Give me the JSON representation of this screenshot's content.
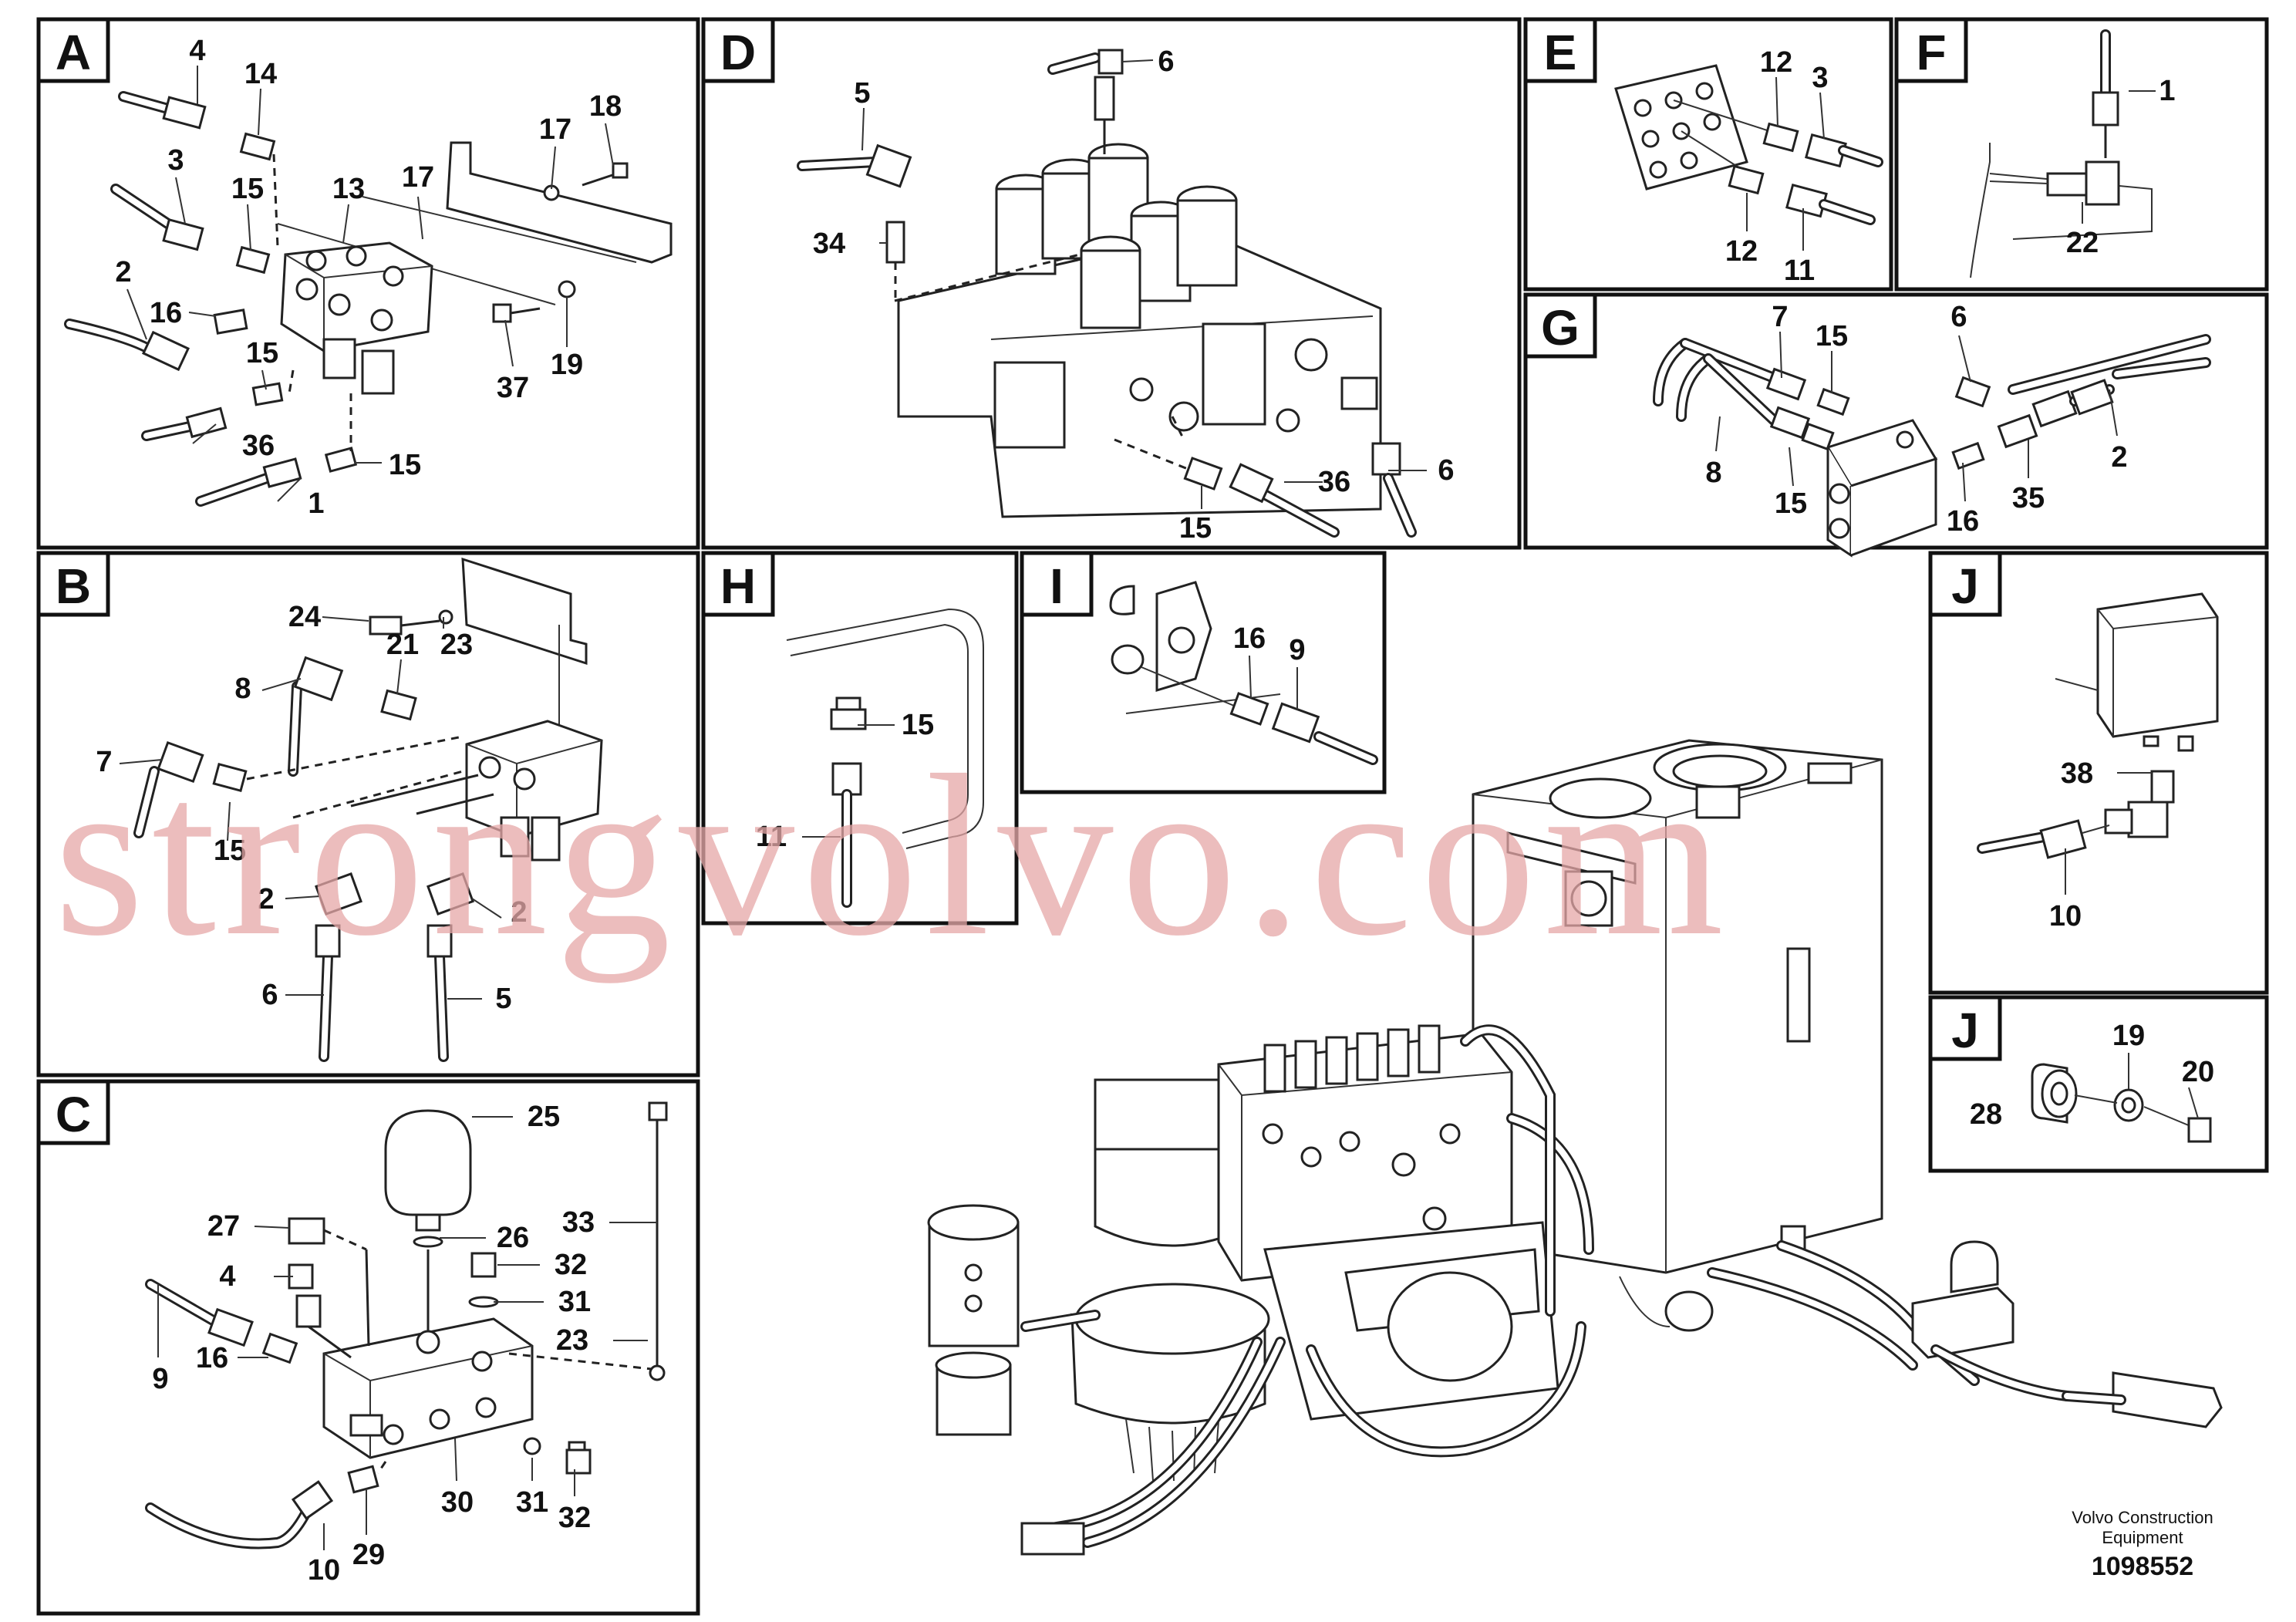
{
  "panels": [
    {
      "letter": "A",
      "labels": [
        "4",
        "14",
        "3",
        "15",
        "13",
        "17",
        "17",
        "18",
        "2",
        "16",
        "15",
        "36",
        "15",
        "1",
        "37",
        "19"
      ]
    },
    {
      "letter": "B",
      "labels": [
        "24",
        "23",
        "21",
        "8",
        "7",
        "15",
        "2",
        "2",
        "6",
        "5"
      ]
    },
    {
      "letter": "C",
      "labels": [
        "25",
        "27",
        "26",
        "33",
        "32",
        "4",
        "31",
        "9",
        "16",
        "23",
        "30",
        "31",
        "32",
        "10",
        "29"
      ]
    },
    {
      "letter": "D",
      "labels": [
        "6",
        "5",
        "34",
        "36",
        "6",
        "15"
      ]
    },
    {
      "letter": "E",
      "labels": [
        "12",
        "3",
        "12",
        "11"
      ]
    },
    {
      "letter": "F",
      "labels": [
        "1",
        "22"
      ]
    },
    {
      "letter": "G",
      "labels": [
        "7",
        "15",
        "6",
        "8",
        "15",
        "16",
        "35",
        "2"
      ]
    },
    {
      "letter": "H",
      "labels": [
        "15",
        "11"
      ]
    },
    {
      "letter": "I",
      "labels": [
        "16",
        "9"
      ]
    },
    {
      "letter": "J",
      "labels": [
        "38",
        "10"
      ]
    },
    {
      "letter": "J",
      "labels": [
        "19",
        "20",
        "28"
      ]
    }
  ],
  "watermark": "strongvolvo.com",
  "caption_line1": "Volvo Construction",
  "caption_line2": "Equipment",
  "doc_number": "1098552",
  "colors": {
    "line": "#111111",
    "watermark": "#e6a8a8",
    "background": "#ffffff"
  }
}
